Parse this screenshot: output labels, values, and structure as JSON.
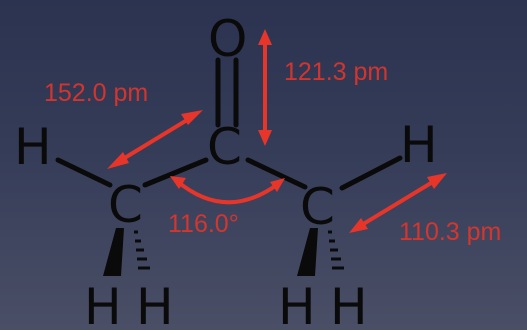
{
  "atoms": {
    "oxygen": "O",
    "carbonyl_carbon": "C",
    "left_methyl_carbon": "C",
    "right_methyl_carbon": "C",
    "h_left_upper": "H",
    "h_right_upper": "H",
    "h_left_wedge": "H",
    "h_left_hash": "H",
    "h_right_wedge": "H",
    "h_right_hash": "H"
  },
  "measurements": {
    "cc_bond_length": "152.0 pm",
    "co_bond_length": "121.3 pm",
    "ccc_bond_angle": "116.0°",
    "ch_bond_length": "110.3 pm"
  },
  "colors": {
    "annotation": "#e8352a",
    "atom_text": "#0a0a0a",
    "background_top": "#2b3350",
    "background_bottom": "#4a4f66"
  }
}
